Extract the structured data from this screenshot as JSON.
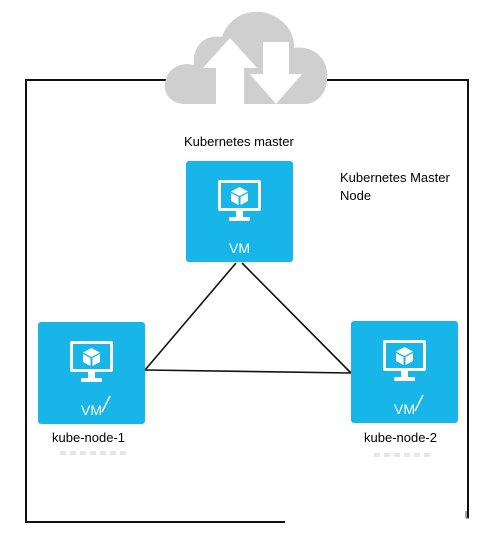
{
  "master": {
    "title": "Kubernetes master",
    "note": "Kubernetes Master Node",
    "vm_label": "VM"
  },
  "nodes": [
    {
      "name": "kube-node-1",
      "vm_label": "VM"
    },
    {
      "name": "kube-node-2",
      "vm_label": "VM"
    }
  ],
  "icons": {
    "cloud": "cloud-upload-download-icon",
    "vm": "monitor-cube-icon"
  },
  "colors": {
    "vm_tile": "#18b6e8",
    "cloud": "#cfcfcf",
    "frame": "#111111",
    "vm_text": "#ffffff"
  }
}
